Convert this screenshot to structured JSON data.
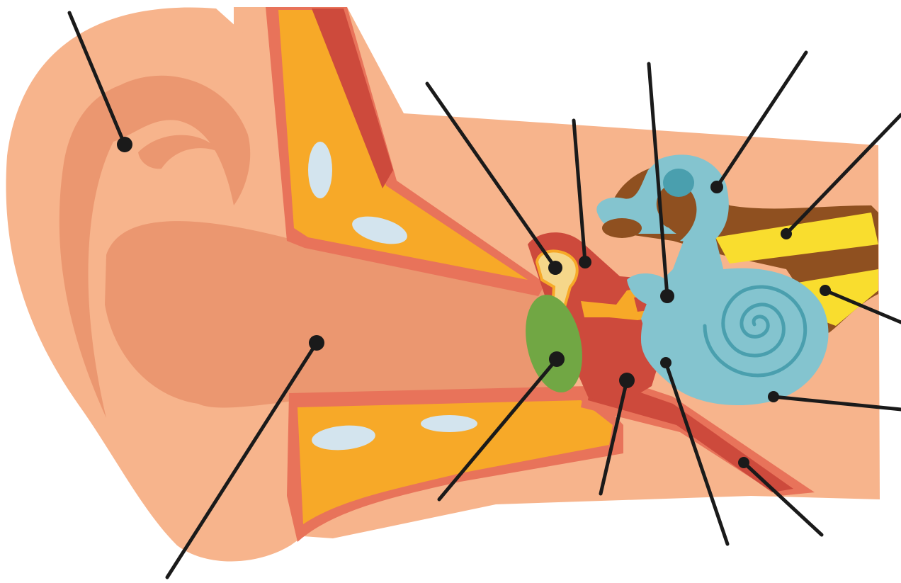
{
  "diagram": {
    "type": "unlabeled anatomical diagram of the ear",
    "parts": [
      "pinna",
      "ear-canal",
      "eardrum",
      "ossicles",
      "semicircular-canals",
      "nerves",
      "cochlea",
      "middle-ear",
      "eustachian-tube"
    ],
    "label_pointer_count": 13,
    "labels": []
  },
  "colors": {
    "skin": "#F7B48C",
    "skin_shade": "#EB9770",
    "cartilage_border": "#E8735A",
    "bone": "#F7A928",
    "canal_lining": "#CD4A3C",
    "bone_spot": "#D3E4EE",
    "eardrum": "#71A744",
    "ossicles": "#F5D78A",
    "inner_ear": "#84C4CF",
    "inner_ear_dark": "#4A9FAE",
    "brown": "#8F5020",
    "nerve": "#F9DD2E",
    "leader": "#1A1A1A"
  }
}
